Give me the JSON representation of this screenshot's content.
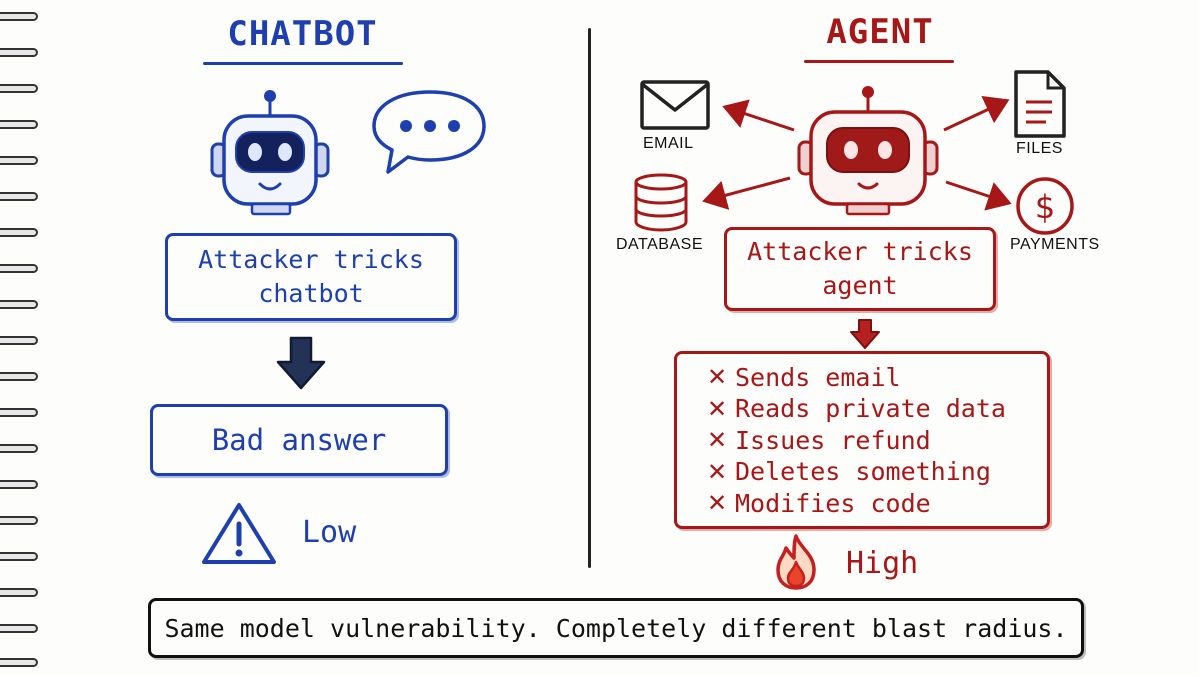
{
  "chatbot": {
    "title": "CHATBOT",
    "box_line1": "Attacker tricks",
    "box_line2": "chatbot",
    "result": "Bad answer",
    "risk": "Low",
    "color": "#1e3fb0"
  },
  "agent": {
    "title": "AGENT",
    "box_line1": "Attacker tricks",
    "box_line2": "agent",
    "tools": {
      "email": "EMAIL",
      "files": "FILES",
      "database": "DATABASE",
      "payments": "PAYMENTS"
    },
    "consequences": [
      "Sends email",
      "Reads private data",
      "Issues refund",
      "Deletes something",
      "Modifies code"
    ],
    "risk": "High",
    "color": "#a81717"
  },
  "footer": {
    "text": "Same model vulnerability. Completely different blast radius."
  },
  "icons": {
    "chatbot_robot": "robot-icon",
    "speech_bubble": "speech-bubble-icon",
    "down_arrow": "arrow-down-icon",
    "warning": "warning-triangle-icon",
    "agent_robot": "robot-icon",
    "email": "envelope-icon",
    "files": "document-icon",
    "database": "database-icon",
    "payments": "dollar-coin-icon",
    "fire": "fire-icon",
    "x_mark": "x-mark-icon"
  }
}
